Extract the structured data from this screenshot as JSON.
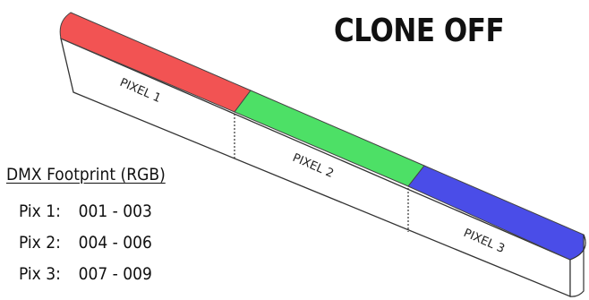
{
  "title": "CLONE OFF",
  "footprint": {
    "heading": "DMX Footprint (RGB)",
    "rows": [
      {
        "label": "Pix 1:",
        "range": "001 - 003"
      },
      {
        "label": "Pix 2:",
        "range": "004 - 006"
      },
      {
        "label": "Pix 3:",
        "range": "007 - 009"
      }
    ]
  },
  "segments": [
    {
      "label": "PIXEL 1",
      "color": "#f25353"
    },
    {
      "label": "PIXEL 2",
      "color": "#4de066"
    },
    {
      "label": "PIXEL 3",
      "color": "#4a4de8"
    }
  ]
}
